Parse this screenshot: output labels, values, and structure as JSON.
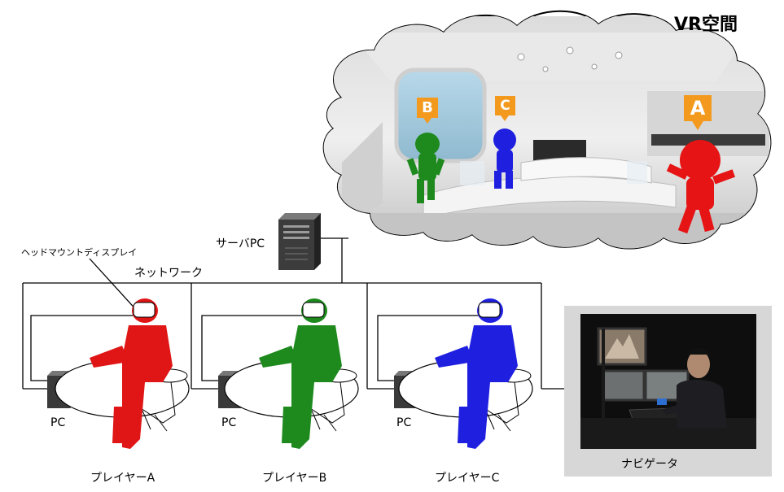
{
  "vr_space": {
    "title": "VR空間",
    "avatars": [
      {
        "tag": "B",
        "color": "#1e8a1e"
      },
      {
        "tag": "C",
        "color": "#1f1fe0"
      },
      {
        "tag": "A",
        "color": "#e61414"
      }
    ],
    "tag_color": "#f39a1e"
  },
  "server": {
    "label": "サーバPC"
  },
  "network": {
    "label": "ネットワーク"
  },
  "hmd": {
    "label": "ヘッドマウントディスプレイ"
  },
  "players": [
    {
      "label": "プレイヤーA",
      "pc_label": "PC",
      "color": "#e01515"
    },
    {
      "label": "プレイヤーB",
      "pc_label": "PC",
      "color": "#1e8a1e"
    },
    {
      "label": "プレイヤーC",
      "pc_label": "PC",
      "color": "#1f1fe0"
    }
  ],
  "navigator": {
    "label": "ナビゲータ"
  }
}
